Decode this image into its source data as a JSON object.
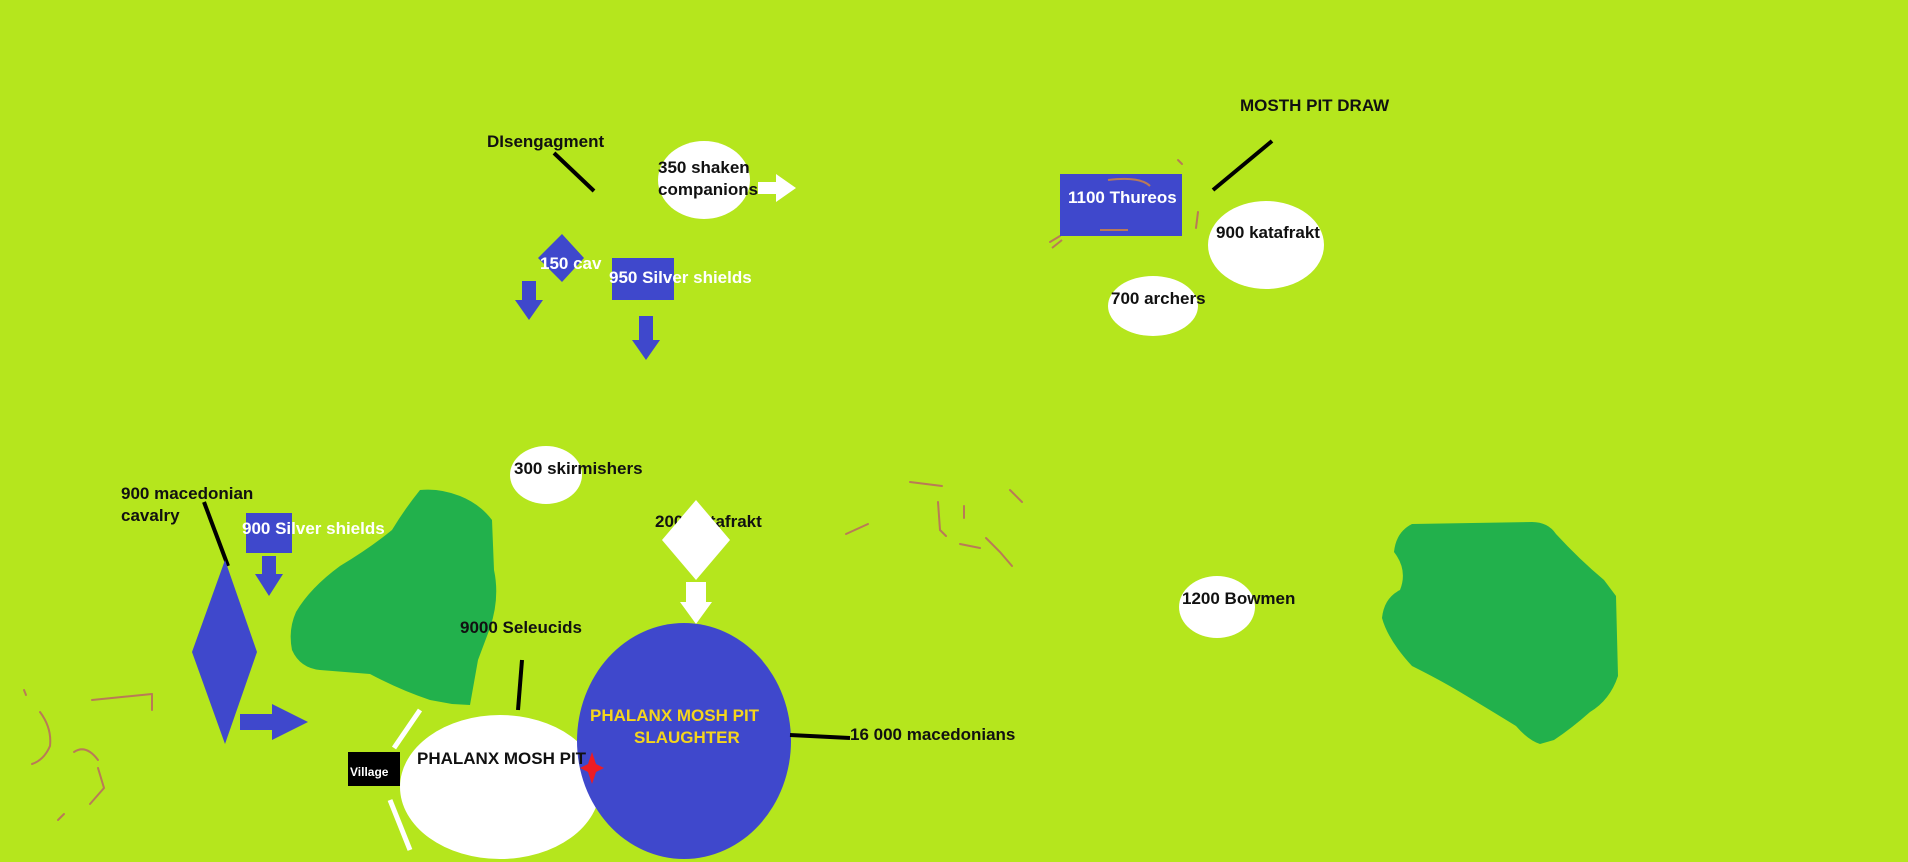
{
  "colors": {
    "grass": "#b5e61d",
    "forest": "#22b14c",
    "blue_unit": "#3f48cc",
    "white_unit": "#ffffff",
    "label_text": "#111111",
    "highlight_text": "#f5d51c",
    "terrain_marks": "#b97a57",
    "clash_mark": "#ed1c24"
  },
  "labels": {
    "disengagement": "DIsengagment",
    "shaken_companions": [
      "350 shaken",
      "companions"
    ],
    "cav_150": "150 cav",
    "silver_shields_950": "950 Silver shields",
    "thureos_1100": "1100 Thureos",
    "mosh_pit_draw": "MOSTH PIT DRAW",
    "katafrakt_900": "900 katafrakt",
    "archers_700": "700 archers",
    "skirmishers_300": "300 skirmishers",
    "macedonian_cavalry_900": [
      "900 macedonian",
      "cavalry"
    ],
    "silver_shields_900": "900 Silver shields",
    "katafrakt_200": "200 Katafrakt",
    "seleucids_9000": "9000 Seleucids",
    "phalanx_mosh_pit": "PHALANX MOSH PIT",
    "phalanx_mosh_pit_slaughter": [
      "PHALANX MOSH PIT",
      "SLAUGHTER"
    ],
    "macedonians_16000": "16 000 macedonians",
    "village": "Village",
    "bowmen_1200": "1200 Bowmen"
  },
  "icons": [
    "white-arrow-right-icon",
    "blue-arrow-down-icon",
    "blue-arrow-right-icon",
    "white-arrow-down-icon",
    "clash-star-icon"
  ]
}
